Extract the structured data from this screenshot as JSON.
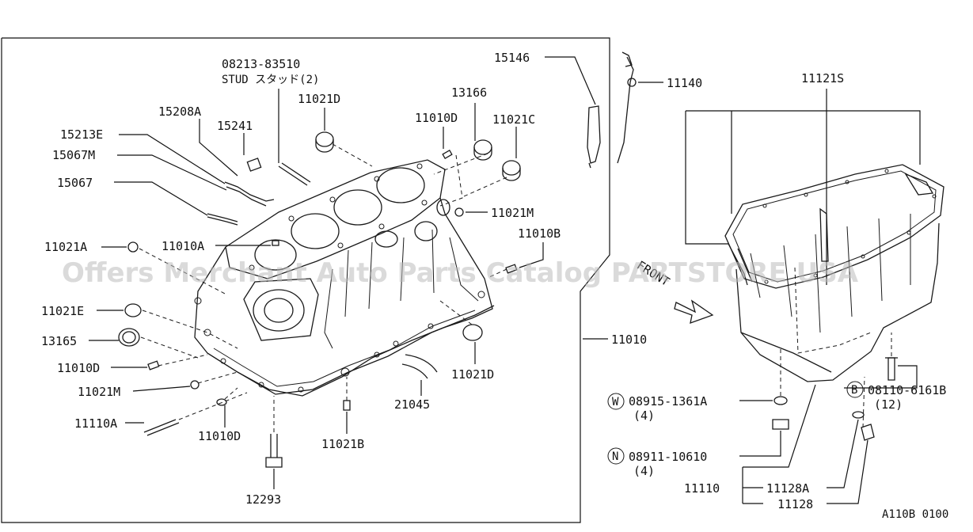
{
  "diagram": {
    "watermark": "Offers Merchant Auto Parts Catalog PARTSTORE USA",
    "drawing_code": "A110B 0100",
    "front_label": "FRONT",
    "labels": {
      "stud_partno": "08213-83510",
      "stud_desc": "STUD スタッド(2)",
      "p15146": "15146",
      "p11140": "11140",
      "p11121s": "11121S",
      "p13166": "13166",
      "p11021d_top": "11021D",
      "p15208a": "15208A",
      "p15241": "15241",
      "p11010d_top": "11010D",
      "p11021c": "11021C",
      "p15213e": "15213E",
      "p15067m": "15067M",
      "p15067": "15067",
      "p11021m_right": "11021M",
      "p11010b": "11010B",
      "p11021a": "11021A",
      "p11010a": "11010A",
      "p11021e": "11021E",
      "p13165": "13165",
      "p11010d_left": "11010D",
      "p11021m_left": "11021M",
      "p11110a": "11110A",
      "p11010d_bottom": "11010D",
      "p12293": "12293",
      "p11021b": "11021B",
      "p21045": "21045",
      "p11021d_bottom": "11021D",
      "p11010": "11010",
      "w_marker": "W",
      "w_partno": "08915-1361A",
      "w_qty": "(4)",
      "b_marker": "B",
      "b_partno": "08110-6161B",
      "b_qty": "(12)",
      "n_marker": "N",
      "n_partno": "08911-10610",
      "n_qty": "(4)",
      "p11110": "11110",
      "p11128a": "11128A",
      "p11128": "11128"
    }
  }
}
